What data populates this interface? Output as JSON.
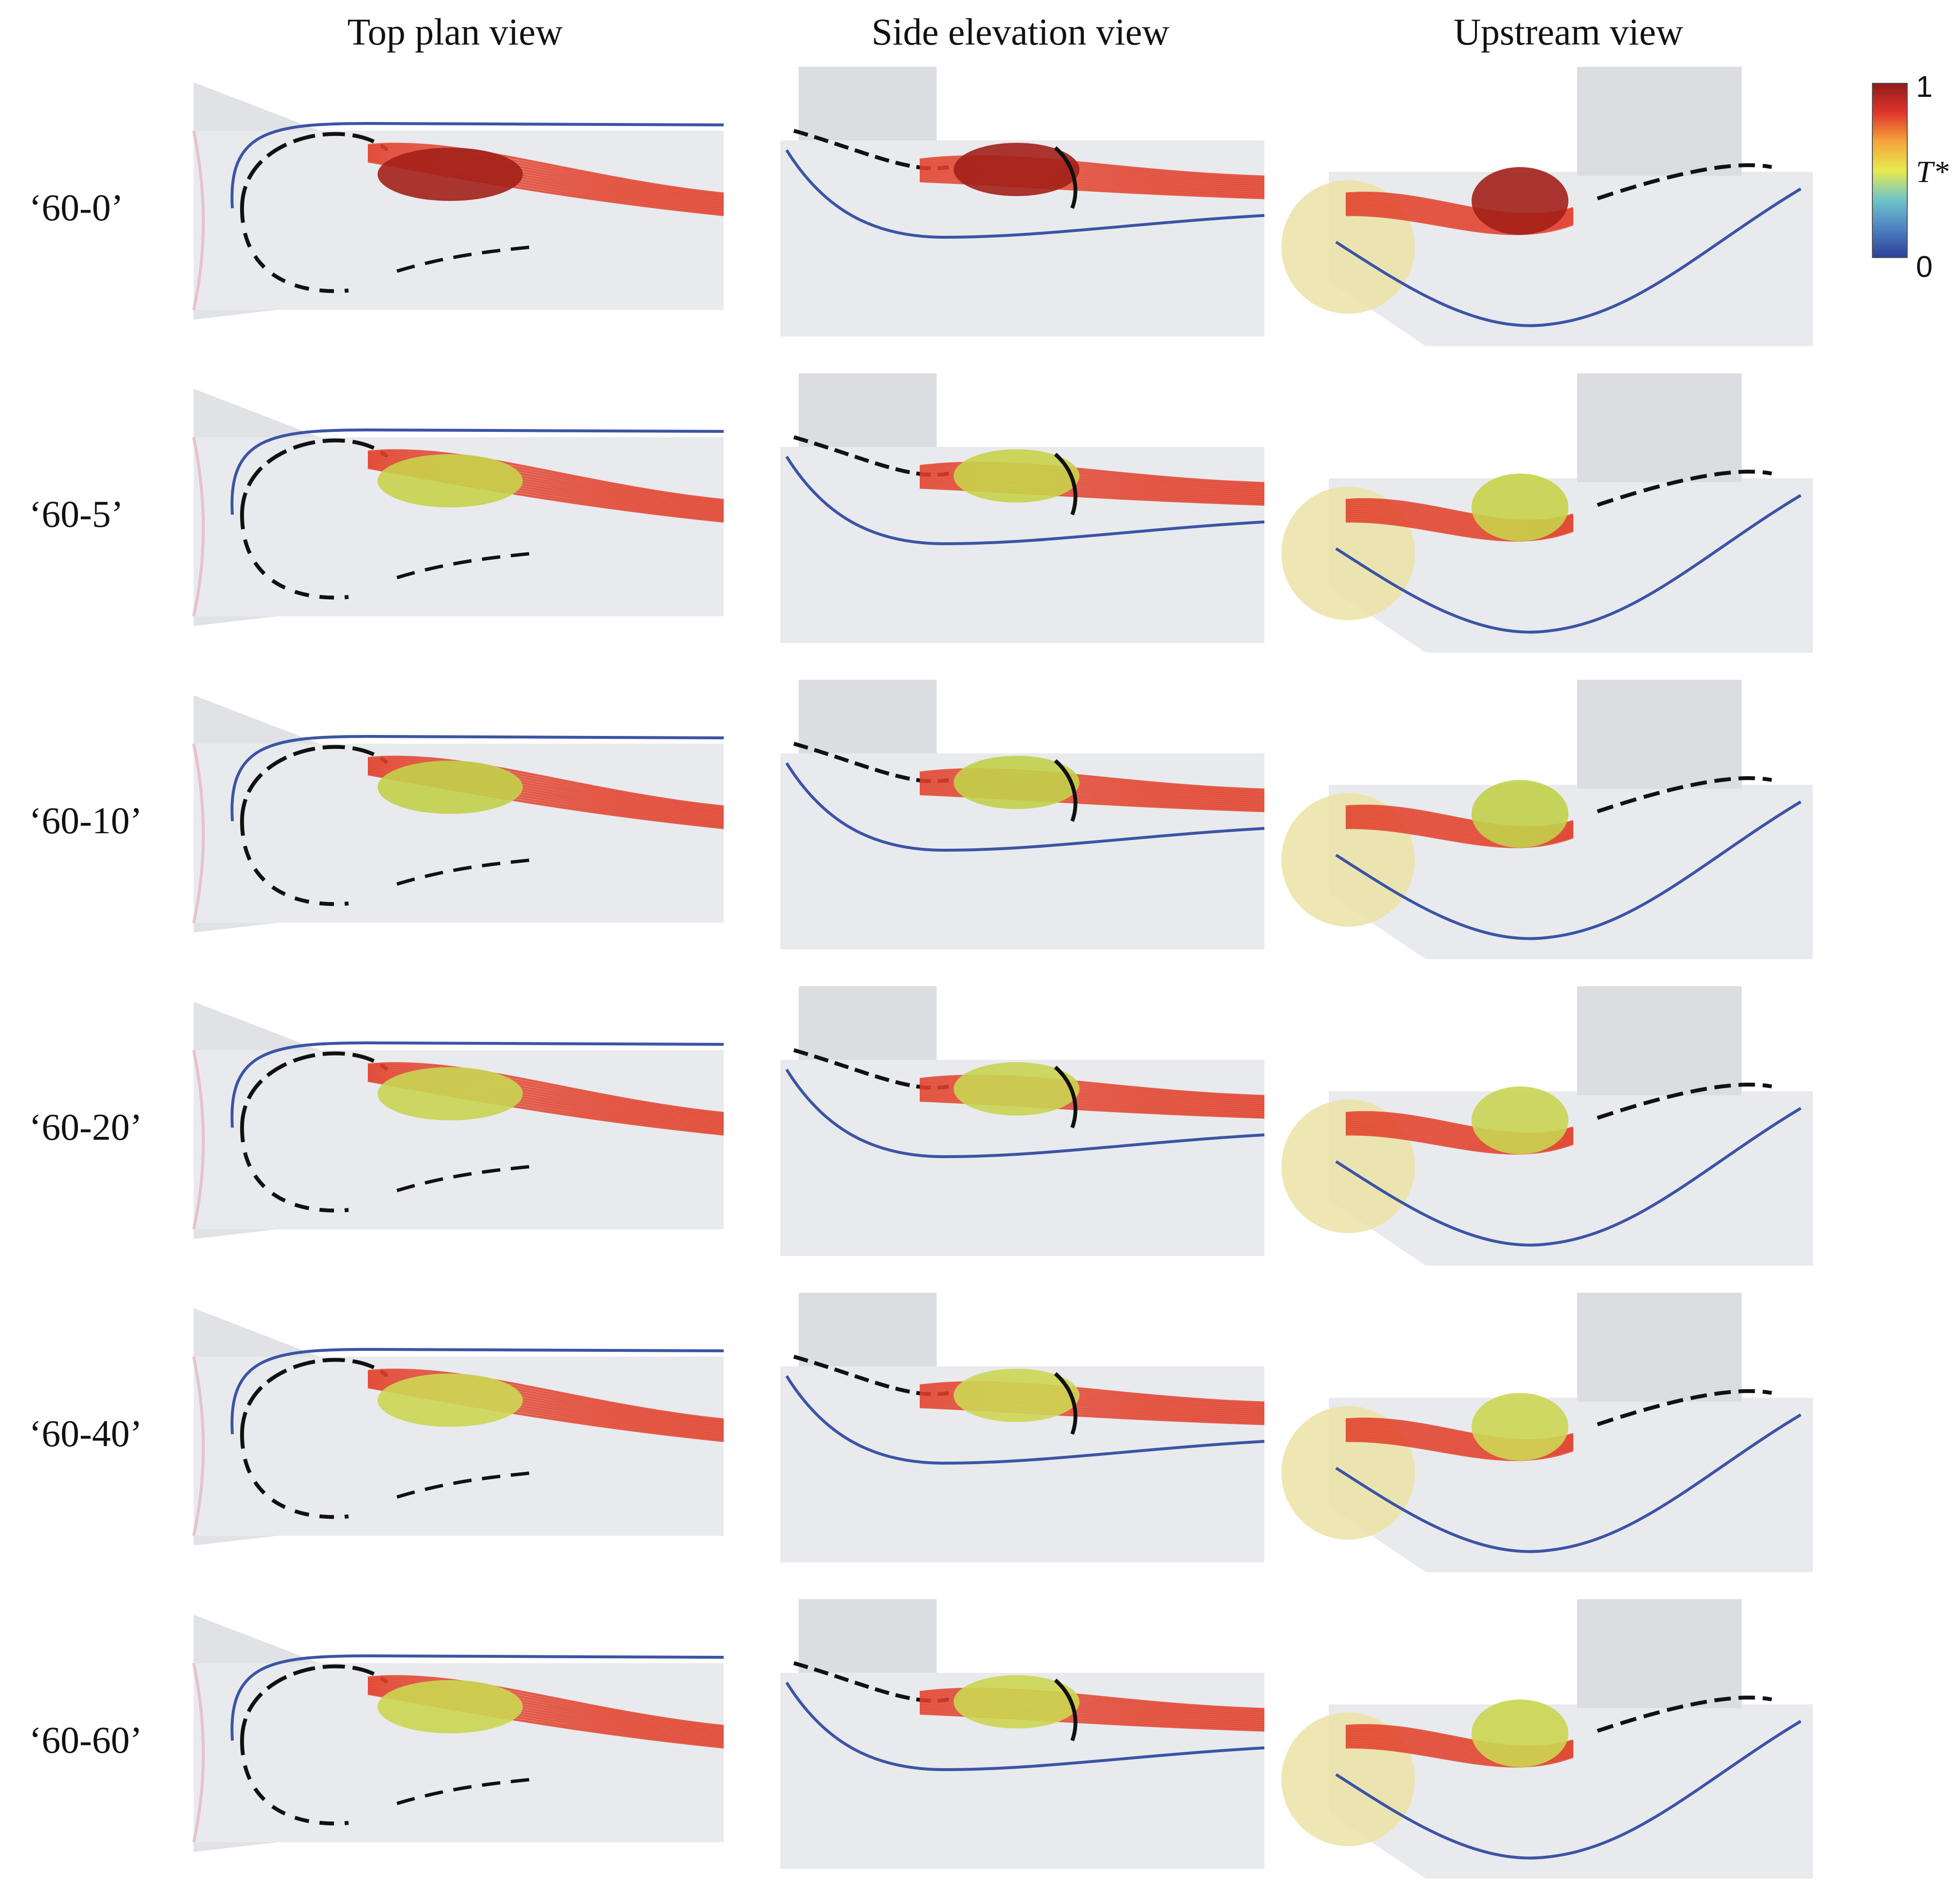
{
  "columns": [
    {
      "title": "Top plan view"
    },
    {
      "title": "Side elevation view"
    },
    {
      "title": "Upstream view"
    }
  ],
  "rows": [
    {
      "label": "‘60-0’",
      "inner": "#a32018"
    },
    {
      "label": "‘60-5’",
      "inner": "#c8d24a"
    },
    {
      "label": "‘60-10’",
      "inner": "#c2d04a"
    },
    {
      "label": "‘60-20’",
      "inner": "#c9d452"
    },
    {
      "label": "‘60-40’",
      "inner": "#cdd654"
    },
    {
      "label": "‘60-60’",
      "inner": "#cbd650"
    }
  ],
  "colorbar": {
    "variable": "T*",
    "max_label": "1",
    "min_label": "0",
    "colors": [
      "#2c3f97",
      "#4f83c2",
      "#6fc3c9",
      "#e6ea4f",
      "#f5a23a",
      "#e0352a",
      "#8f1a1a"
    ]
  },
  "palette": {
    "outer_stream": "#3b54a5",
    "body_stream": "#e2412c",
    "separation_line": "#111111",
    "domain_fill": "#e9eaed",
    "shadow_fill": "#c9cbd1"
  }
}
